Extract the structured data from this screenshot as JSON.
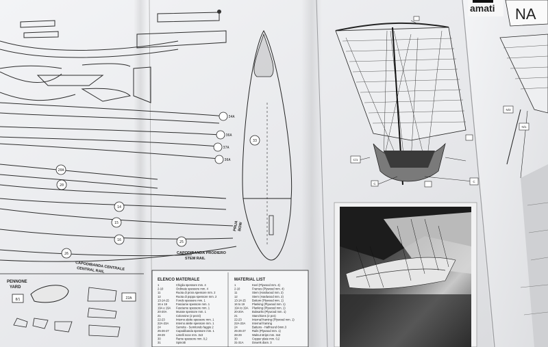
{
  "brand": "amati",
  "brand_partial": "NA",
  "plan_labels": {
    "pennone": "PENNONE",
    "yard": "YARD",
    "capodibanda_centrale": "CAPODIBANDA CENTRALE",
    "central_rail": "CENTRAL RAIL",
    "capodibanda_prodiero": "CAPODIBANDA PRODIERO",
    "stem_rail": "STEM RAIL",
    "prua": "PRUA",
    "bow": "BOW"
  },
  "part_numbers": {
    "p34a": "34A",
    "p36a": "36A",
    "p37a": "37A",
    "p36b": "36A",
    "p33": "33",
    "p20a": "20A",
    "p20": "20",
    "p14": "14",
    "p15": "15",
    "p16": "16",
    "p25": "25",
    "p26": "26",
    "p22a": "22A",
    "p8": "8/1",
    "c1": "C/1",
    "c2": "C",
    "c3": "C",
    "n3": "N/3",
    "n1": "N/1"
  },
  "elenco": {
    "title": "ELENCO MATERIALE",
    "rows": [
      [
        "1",
        "Chiglia spessore mm. 4"
      ],
      [
        "2-10",
        "Ordinate spessore mm. 4"
      ],
      [
        "11",
        "Ruota di prora spessore mm. 2"
      ],
      [
        "12",
        "Ruota di poppa spessore mm. 2"
      ],
      [
        "13-14-15",
        "Fondo spessore mm. 1"
      ],
      [
        "16 e 19",
        "Fasciame spessore mm. 1"
      ],
      [
        "19A e 19A",
        "Fasciame spessore mm. 1"
      ],
      [
        "20-20A",
        "Murate spessore mm. 1"
      ],
      [
        "21",
        "Colonnine (2 pezzi)"
      ],
      [
        "22-23",
        "Interno alette spessore mm. 1"
      ],
      [
        "22A-23A",
        "Interno alette spessore mm. 1"
      ],
      [
        "24",
        "Serrette - Semitondo faggio 2"
      ],
      [
        "25-26-27",
        "Capodibanda spessore mm. 1"
      ],
      [
        "28-29",
        "Listelli noce mm. 3x3"
      ],
      [
        "30",
        "Rame spessore mm. 0,2"
      ],
      [
        "31",
        "Spinotti"
      ]
    ]
  },
  "material_list": {
    "title": "MATERIAL LIST",
    "rows": [
      [
        "1",
        "Keel (Plywood mm. 4)"
      ],
      [
        "2-10",
        "Frames (Plywood mm. 4)"
      ],
      [
        "11",
        "Stem (Hardwood mm. 2)"
      ],
      [
        "12",
        "Stern (Hardwood mm. 2)"
      ],
      [
        "13-14-15",
        "Bottom (Plywood mm. 1)"
      ],
      [
        "16 to 19",
        "Planking (Plywood mm. 1)"
      ],
      [
        "19A to 19A",
        "Planking (Plywood mm. 1)"
      ],
      [
        "20-20A",
        "Bulwarks (Plywood mm. 1)"
      ],
      [
        "21",
        "Stanchions (2 pcs)"
      ],
      [
        "22-23",
        "Internal framing (Plywood mm. 1)"
      ],
      [
        "22A-23A",
        "Internal framing"
      ],
      [
        "24",
        "Battens - Halfround 6mm.3"
      ],
      [
        "25-26-27",
        "Rails (Plywood mm. 1)"
      ],
      [
        "28-29",
        "Walnut strips mm. 3x3"
      ],
      [
        "30",
        "Copper plate mm. 0,2"
      ],
      [
        "31-31A",
        "Dowels diam. 3"
      ]
    ]
  }
}
